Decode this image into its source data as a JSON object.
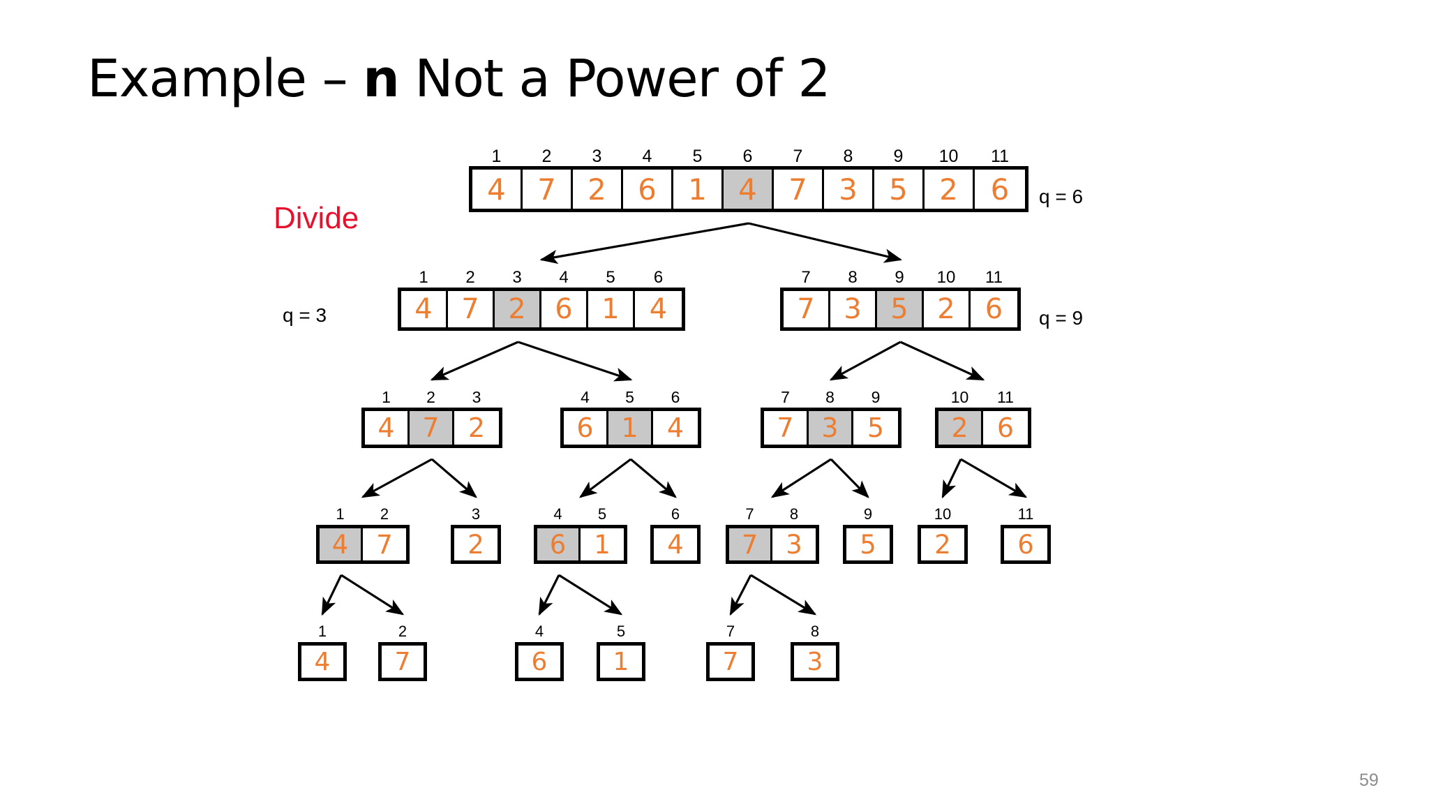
{
  "slide": {
    "title_prefix": "Example – ",
    "title_var": "n",
    "title_suffix": " Not a Power of 2",
    "divide_label": "Divide",
    "page_number": "59",
    "colors": {
      "value_orange": "#ED7D31",
      "highlight_gray": "#C8C8C8",
      "divide_red": "#E8112D",
      "page_gray": "#8C8C8C",
      "border_black": "#000000"
    }
  },
  "annotations": {
    "q_root": "q = 6",
    "q_left": "q = 3",
    "q_right": "q = 9"
  },
  "tree": {
    "levels": [
      {
        "level": 0,
        "arrays": [
          {
            "id": "root",
            "indices": [
              1,
              2,
              3,
              4,
              5,
              6,
              7,
              8,
              9,
              10,
              11
            ],
            "values": [
              4,
              7,
              2,
              6,
              1,
              4,
              7,
              3,
              5,
              2,
              6
            ],
            "highlight_index": 6,
            "outer_border": "thick"
          }
        ]
      },
      {
        "level": 1,
        "arrays": [
          {
            "id": "L",
            "indices": [
              1,
              2,
              3,
              4,
              5,
              6
            ],
            "values": [
              4,
              7,
              2,
              6,
              1,
              4
            ],
            "highlight_index": 3,
            "outer_border": "thick"
          },
          {
            "id": "R",
            "indices": [
              7,
              8,
              9,
              10,
              11
            ],
            "values": [
              7,
              3,
              5,
              2,
              6
            ],
            "highlight_index": 9,
            "outer_border": "thick"
          }
        ]
      },
      {
        "level": 2,
        "arrays": [
          {
            "id": "LL",
            "indices": [
              1,
              2,
              3
            ],
            "values": [
              4,
              7,
              2
            ],
            "highlight_index": 2,
            "outer_border": "thick"
          },
          {
            "id": "LR",
            "indices": [
              4,
              5,
              6
            ],
            "values": [
              6,
              1,
              4
            ],
            "highlight_index": 5,
            "outer_border": "thick"
          },
          {
            "id": "RL",
            "indices": [
              7,
              8,
              9
            ],
            "values": [
              7,
              3,
              5
            ],
            "highlight_index": 8,
            "outer_border": "thick"
          },
          {
            "id": "RR",
            "indices": [
              10,
              11
            ],
            "values": [
              2,
              6
            ],
            "highlight_index": 10,
            "outer_border": "thick"
          }
        ]
      },
      {
        "level": 3,
        "arrays": [
          {
            "id": "LLL",
            "indices": [
              1,
              2
            ],
            "values": [
              4,
              7
            ],
            "highlight_index": 1,
            "outer_border": "thick"
          },
          {
            "id": "LLR",
            "indices": [
              3
            ],
            "values": [
              2
            ],
            "highlight_index": null,
            "outer_border": "thick"
          },
          {
            "id": "LRL",
            "indices": [
              4,
              5
            ],
            "values": [
              6,
              1
            ],
            "highlight_index": 4,
            "outer_border": "thick"
          },
          {
            "id": "LRR",
            "indices": [
              6
            ],
            "values": [
              4
            ],
            "highlight_index": null,
            "outer_border": "thick"
          },
          {
            "id": "RLL",
            "indices": [
              7,
              8
            ],
            "values": [
              7,
              3
            ],
            "highlight_index": 7,
            "outer_border": "thick"
          },
          {
            "id": "RLR",
            "indices": [
              9
            ],
            "values": [
              5
            ],
            "highlight_index": null,
            "outer_border": "thick"
          },
          {
            "id": "RRL",
            "indices": [
              10
            ],
            "values": [
              2
            ],
            "highlight_index": null,
            "outer_border": "thick"
          },
          {
            "id": "RRR",
            "indices": [
              11
            ],
            "values": [
              6
            ],
            "highlight_index": null,
            "outer_border": "thick"
          }
        ]
      },
      {
        "level": 4,
        "arrays": [
          {
            "id": "b1",
            "indices": [
              1
            ],
            "values": [
              4
            ],
            "highlight_index": null,
            "outer_border": "thick"
          },
          {
            "id": "b2",
            "indices": [
              2
            ],
            "values": [
              7
            ],
            "highlight_index": null,
            "outer_border": "thick"
          },
          {
            "id": "b4",
            "indices": [
              4
            ],
            "values": [
              6
            ],
            "highlight_index": null,
            "outer_border": "thick"
          },
          {
            "id": "b5",
            "indices": [
              5
            ],
            "values": [
              1
            ],
            "highlight_index": null,
            "outer_border": "thick"
          },
          {
            "id": "b7",
            "indices": [
              7
            ],
            "values": [
              7
            ],
            "highlight_index": null,
            "outer_border": "thick"
          },
          {
            "id": "b8",
            "indices": [
              8
            ],
            "values": [
              3
            ],
            "highlight_index": null,
            "outer_border": "thick"
          }
        ]
      }
    ]
  }
}
